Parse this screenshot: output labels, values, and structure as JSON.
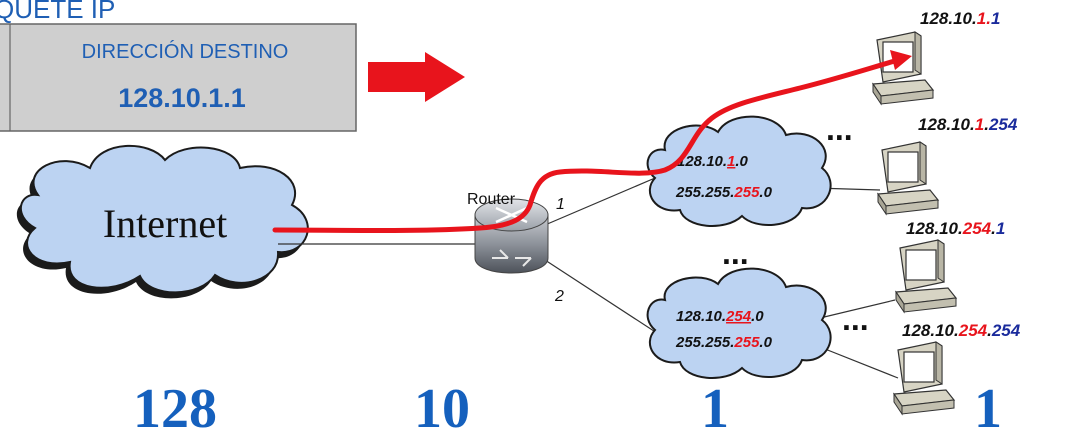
{
  "header_fragment": "QUETE IP",
  "packet_box": {
    "label": "DIRECCIÓN DESTINO",
    "address": "128.10.1.1"
  },
  "internet_label": "Internet",
  "router": {
    "label": "Router",
    "port_1": "1",
    "port_2": "2"
  },
  "subnets": [
    {
      "net_parts": [
        "128.10.",
        "1",
        ".0"
      ],
      "mask_parts": [
        "255.255.",
        "255",
        ".0"
      ]
    },
    {
      "net_parts": [
        "128.10.",
        "254",
        ".0"
      ],
      "mask_parts": [
        "255.255.",
        "255",
        ".0"
      ]
    }
  ],
  "hosts": [
    {
      "parts": [
        "128.10.",
        "1",
        ".",
        "1"
      ]
    },
    {
      "parts": [
        "128.10.",
        "1",
        ".",
        "254"
      ]
    },
    {
      "parts": [
        "128.10.",
        "254",
        ".",
        "1"
      ]
    },
    {
      "parts": [
        "128.10.",
        "254",
        ".",
        "254"
      ]
    }
  ],
  "ellipsis": "...",
  "octets": [
    "128",
    "10",
    "1",
    "1"
  ],
  "colors": {
    "blue_text": "#1f5fb4",
    "octet_blue": "#1560bd",
    "red": "#e8141c",
    "dark_blue": "#1a2b9c",
    "cloud_fill": "#bcd3f2",
    "box_fill": "#cfcfcf"
  }
}
